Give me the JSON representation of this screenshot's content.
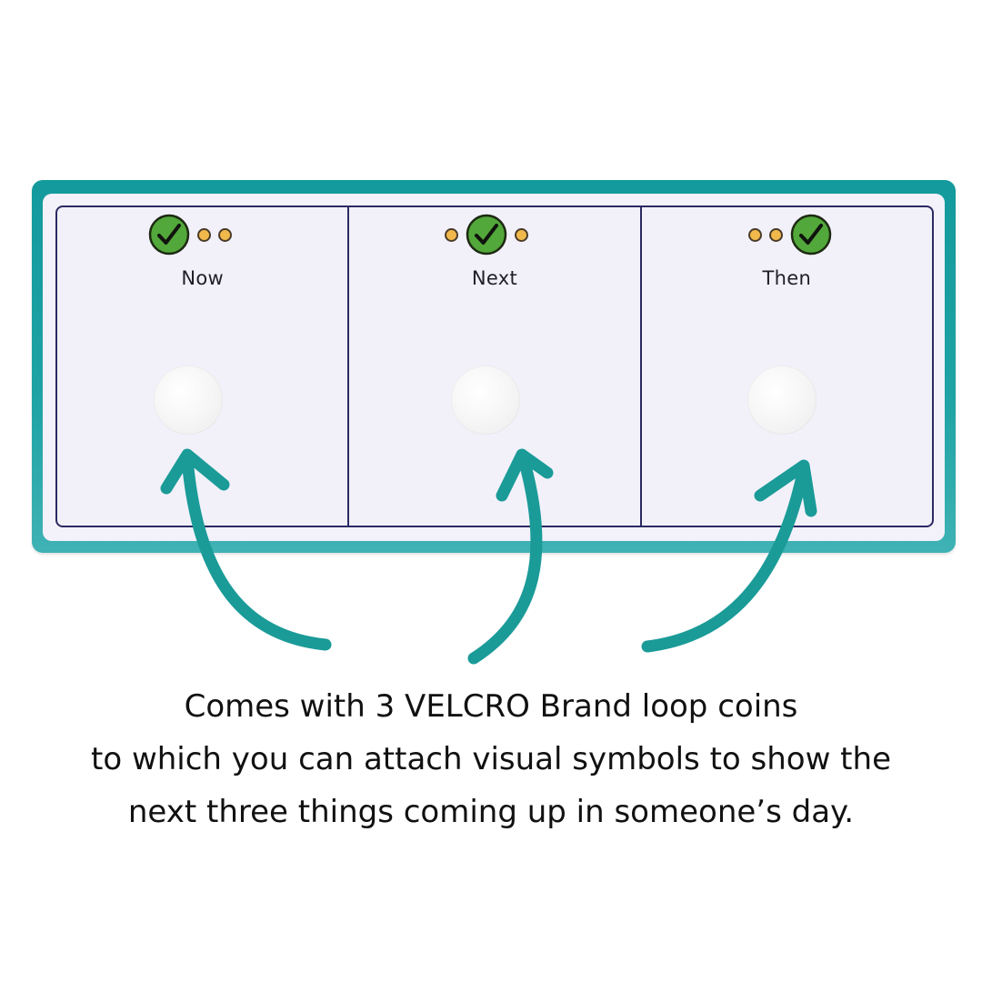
{
  "board": {
    "columns": [
      {
        "label": "Now",
        "indicator": [
          "check",
          "dot",
          "dot"
        ]
      },
      {
        "label": "Next",
        "indicator": [
          "dot",
          "check",
          "dot"
        ]
      },
      {
        "label": "Then",
        "indicator": [
          "dot",
          "dot",
          "check"
        ]
      }
    ],
    "colors": {
      "frame": "#1a9fa1",
      "check_fill": "#52a83a",
      "dot_fill": "#f1b94b",
      "grid_line": "#2b2a63",
      "arrow": "#1a9b98"
    },
    "icons": {
      "check": "checkmark-circle-icon",
      "dot": "dot-icon",
      "coin": "velcro-loop-coin",
      "arrow": "curved-arrow-icon"
    }
  },
  "caption": {
    "line1": "Comes with 3 VELCRO Brand loop coins",
    "line2": "to which you can attach visual symbols to show the",
    "line3": "next three things coming up in someone’s day."
  }
}
